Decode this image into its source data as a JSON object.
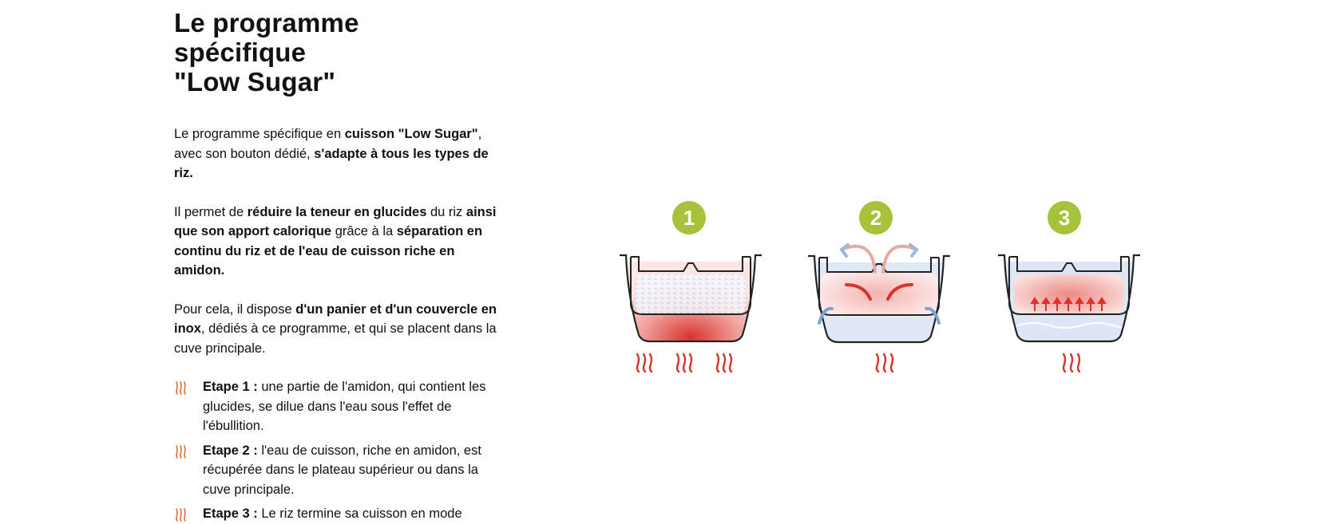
{
  "title_line1": "Le programme spécifique",
  "title_line2": "\"Low Sugar\"",
  "p1": {
    "t1": "Le programme spécifique en ",
    "b1": "cuisson \"Low Sugar\"",
    "t2": ", avec son bouton dédié, ",
    "b2": "s'adapte à tous les types de riz."
  },
  "p2": {
    "t1": "Il permet de ",
    "b1": "réduire la teneur en glucides",
    "t2": " du riz ",
    "b2": "ainsi que son apport calorique",
    "t3": " grâce à la ",
    "b3": "séparation en continu du riz et de l'eau de cuisson riche en amidon."
  },
  "p3": {
    "t1": "Pour cela, il dispose ",
    "b1": "d'un panier et d'un couvercle en inox",
    "t2": ", dédiés à ce programme, et qui se placent dans la cuve principale."
  },
  "steps": [
    {
      "label": "Etape 1 :",
      "text": " une partie de l'amidon, qui contient les glucides, se dilue dans l'eau sous l'effet de l'ébullition."
    },
    {
      "label": "Etape 2 :",
      "text": " l'eau de cuisson, riche en amidon, est récupérée dans le plateau supérieur ou dans la cuve principale."
    },
    {
      "label": "Etape 3 :",
      "text": " Le riz termine sa cuisson en mode vapeur."
    }
  ],
  "diagram": {
    "badges": [
      "1",
      "2",
      "3"
    ],
    "colors": {
      "badge": "#a6c23a",
      "heat": "#d8322e",
      "water": "#9bb8de",
      "outline": "#222222",
      "bullet": "#e0703a"
    },
    "icons": [
      "rice-cooker-pot-icon",
      "heat-waves-icon",
      "steam-arrow-icon",
      "flame-bullet-icon"
    ]
  }
}
